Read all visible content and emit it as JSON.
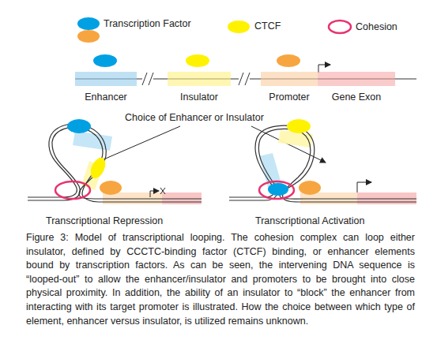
{
  "diagram": {
    "caption": "Figure 3: Model of transcriptional looping. The cohesion complex can loop either insulator, defined by CCCTC-binding factor (CTCF) binding, or enhancer elements bound by transcription factors. As can be seen, the intervening DNA sequence is “looped-out” to allow the enhancer/insulator and promoters to be brought into close physical proximity. In addition, the ability of an insulator to “block” the enhancer from interacting with its target promoter is illustrated. How the choice between which type of element, enhancer versus insulator, is utilized remains unknown.",
    "nodes": [
      {
        "text": [
          "Enhancer"
        ]
      },
      {
        "text": [
          "Insulator"
        ]
      },
      {
        "text": [
          "Promoter"
        ]
      },
      {
        "text": [
          "Gene Exon"
        ]
      }
    ],
    "labels": [
      "Choice of Enhancer or Insulator",
      "Transcriptional Repression",
      "Transcriptional Activation"
    ],
    "legend": [
      {
        "text": "Transcription Factor"
      },
      {
        "text": "CTCF",
        "color": "#fff200"
      },
      {
        "text": "Cohesion"
      }
    ]
  }
}
